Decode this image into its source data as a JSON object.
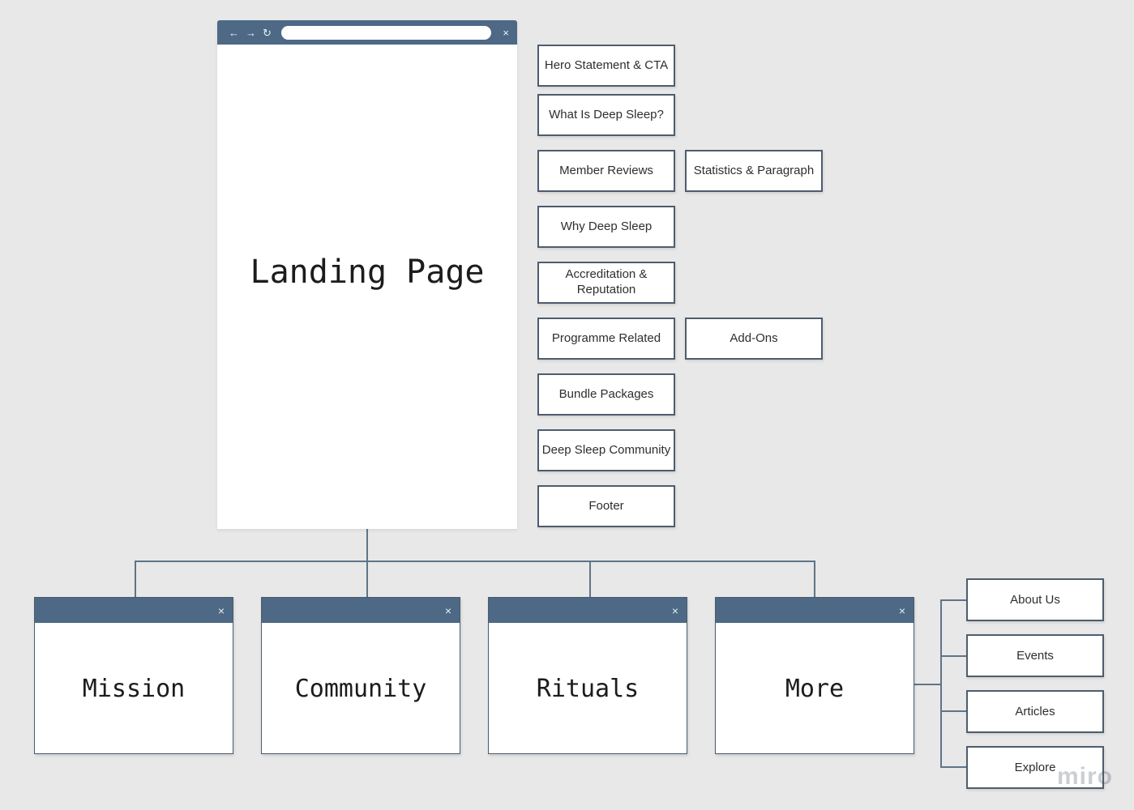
{
  "colors": {
    "background": "#e8e8e8",
    "header_slate": "#4d6985",
    "box_border": "#4d5d6e",
    "connector_line": "#5f7487",
    "text": "#2e2e2e"
  },
  "watermark": "miro",
  "landing": {
    "title": "Landing Page",
    "browser": {
      "back_icon": "←",
      "forward_icon": "→",
      "refresh_icon": "↻",
      "close_icon": "×",
      "url_value": "",
      "url_placeholder": ""
    }
  },
  "sections": [
    {
      "label": "Hero Statement & CTA"
    },
    {
      "label": "What Is Deep Sleep?"
    },
    {
      "label": "Member Reviews"
    },
    {
      "label": "Why Deep Sleep"
    },
    {
      "label": "Accreditation & Reputation"
    },
    {
      "label": "Programme Related"
    },
    {
      "label": "Bundle Packages"
    },
    {
      "label": "Deep Sleep Community"
    },
    {
      "label": "Footer"
    }
  ],
  "side_sections": [
    {
      "label": "Statistics & Paragraph"
    },
    {
      "label": "Add-Ons"
    }
  ],
  "pages": [
    {
      "title": "Mission",
      "close_icon": "×"
    },
    {
      "title": "Community",
      "close_icon": "×"
    },
    {
      "title": "Rituals",
      "close_icon": "×"
    },
    {
      "title": "More",
      "close_icon": "×"
    }
  ],
  "more_links": [
    {
      "label": "About Us"
    },
    {
      "label": "Events"
    },
    {
      "label": "Articles"
    },
    {
      "label": "Explore"
    }
  ]
}
